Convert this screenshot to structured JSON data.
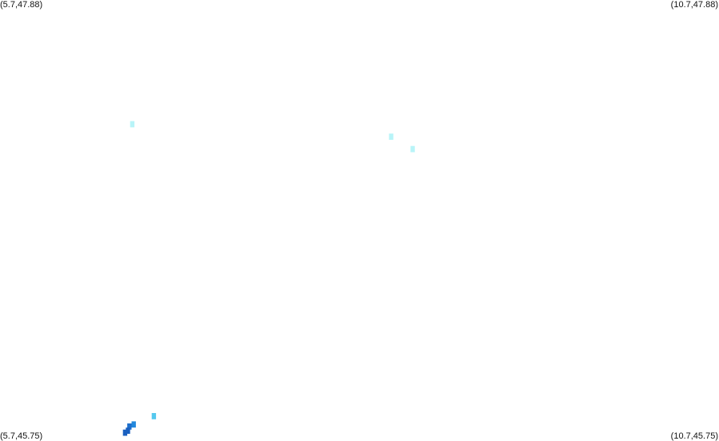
{
  "corner_labels": {
    "top_left": "(5.7,47.88)",
    "top_right": "(10.7,47.88)",
    "bottom_left": "(5.7,45.75)",
    "bottom_right": "(10.7,45.75)"
  },
  "map": {
    "bounds": {
      "lon_min": 5.7,
      "lon_max": 10.7,
      "lat_min": 45.75,
      "lat_max": 47.88
    },
    "cell_deg": 0.03,
    "points": [
      {
        "lon": 6.62,
        "lat": 47.28,
        "color": "#b8f4f8"
      },
      {
        "lon": 8.42,
        "lat": 47.22,
        "color": "#b8f4f8"
      },
      {
        "lon": 8.57,
        "lat": 47.16,
        "color": "#b8f4f8"
      },
      {
        "lon": 6.77,
        "lat": 45.87,
        "color": "#55c8ee"
      },
      {
        "lon": 6.63,
        "lat": 45.83,
        "color": "#2288dd"
      },
      {
        "lon": 6.6,
        "lat": 45.82,
        "color": "#1e6fcc"
      },
      {
        "lon": 6.59,
        "lat": 45.8,
        "color": "#1a60c0"
      },
      {
        "lon": 6.57,
        "lat": 45.79,
        "color": "#1a60c0"
      }
    ]
  }
}
